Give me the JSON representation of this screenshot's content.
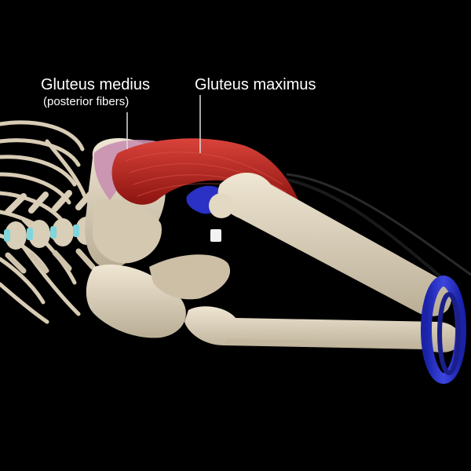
{
  "labels": {
    "gluteus_medius": "Gluteus medius",
    "gluteus_medius_note": "(posterior fibers)",
    "gluteus_maximus": "Gluteus maximus"
  },
  "colors": {
    "background": "#000000",
    "bone": "#ddd2bd",
    "muscle_maximus": "#b8241c",
    "muscle_medius": "#c98fb0",
    "band": "#2a31c4",
    "disc": "#7fd6dc",
    "label_text": "#ffffff"
  }
}
